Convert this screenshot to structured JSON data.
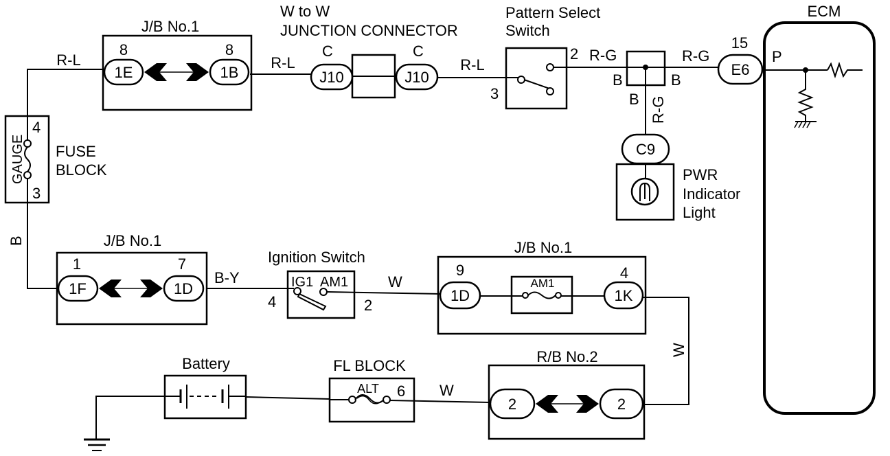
{
  "diagram": {
    "ecm": {
      "title": "ECM",
      "pin": "P",
      "connector": "E6",
      "connector_pin": "15"
    },
    "jb_top": {
      "title": "J/B No.1",
      "left": {
        "pin": "8",
        "connector": "1E"
      },
      "right": {
        "pin": "8",
        "connector": "1B"
      }
    },
    "junction_connector": {
      "title_line1": "W to W",
      "title_line2": "JUNCTION CONNECTOR",
      "left": {
        "pin": "C",
        "connector": "J10"
      },
      "right": {
        "pin": "C",
        "connector": "J10"
      }
    },
    "pattern_switch": {
      "title_line1": "Pattern Select",
      "title_line2": "Switch",
      "pin_out": "2",
      "pin_in": "3"
    },
    "splice": {
      "left_label": "B",
      "right_label": "B",
      "bottom_label": "B"
    },
    "pwr_light": {
      "connector": "C9",
      "title_line1": "PWR",
      "title_line2": "Indicator",
      "title_line3": "Light"
    },
    "fuse_block": {
      "fuse_name": "GAUGE",
      "title_line1": "FUSE",
      "title_line2": "BLOCK",
      "pin_top": "4",
      "pin_bottom": "3"
    },
    "jb_mid": {
      "title": "J/B No.1",
      "left": {
        "pin": "1",
        "connector": "1F"
      },
      "right": {
        "pin": "7",
        "connector": "1D"
      }
    },
    "ignition_switch": {
      "title": "Ignition Switch",
      "terminal_left": "IG1",
      "terminal_right": "AM1",
      "pin_left": "4",
      "pin_right": "2"
    },
    "jb_right": {
      "title": "J/B No.1",
      "left": {
        "pin": "9",
        "connector": "1D"
      },
      "fuse": "AM1",
      "right": {
        "pin": "4",
        "connector": "1K"
      }
    },
    "battery": {
      "title": "Battery"
    },
    "fl_block": {
      "title": "FL BLOCK",
      "fuse": "ALT",
      "pin": "6"
    },
    "rb": {
      "title": "R/B No.2",
      "left": {
        "connector": "2"
      },
      "right": {
        "connector": "2"
      }
    },
    "wire_colors": {
      "fuse_to_jb_top": "R-L",
      "jb_top_to_jc": "R-L",
      "jc_to_switch": "R-L",
      "switch_to_splice": "R-G",
      "splice_to_ecm": "R-G",
      "splice_to_light": "R-G",
      "fuse_to_jb_mid": "B",
      "jb_mid_to_ign": "B-Y",
      "ign_to_jb_right": "W",
      "jb_right_to_rb": "W",
      "fl_to_rb": "W"
    }
  }
}
